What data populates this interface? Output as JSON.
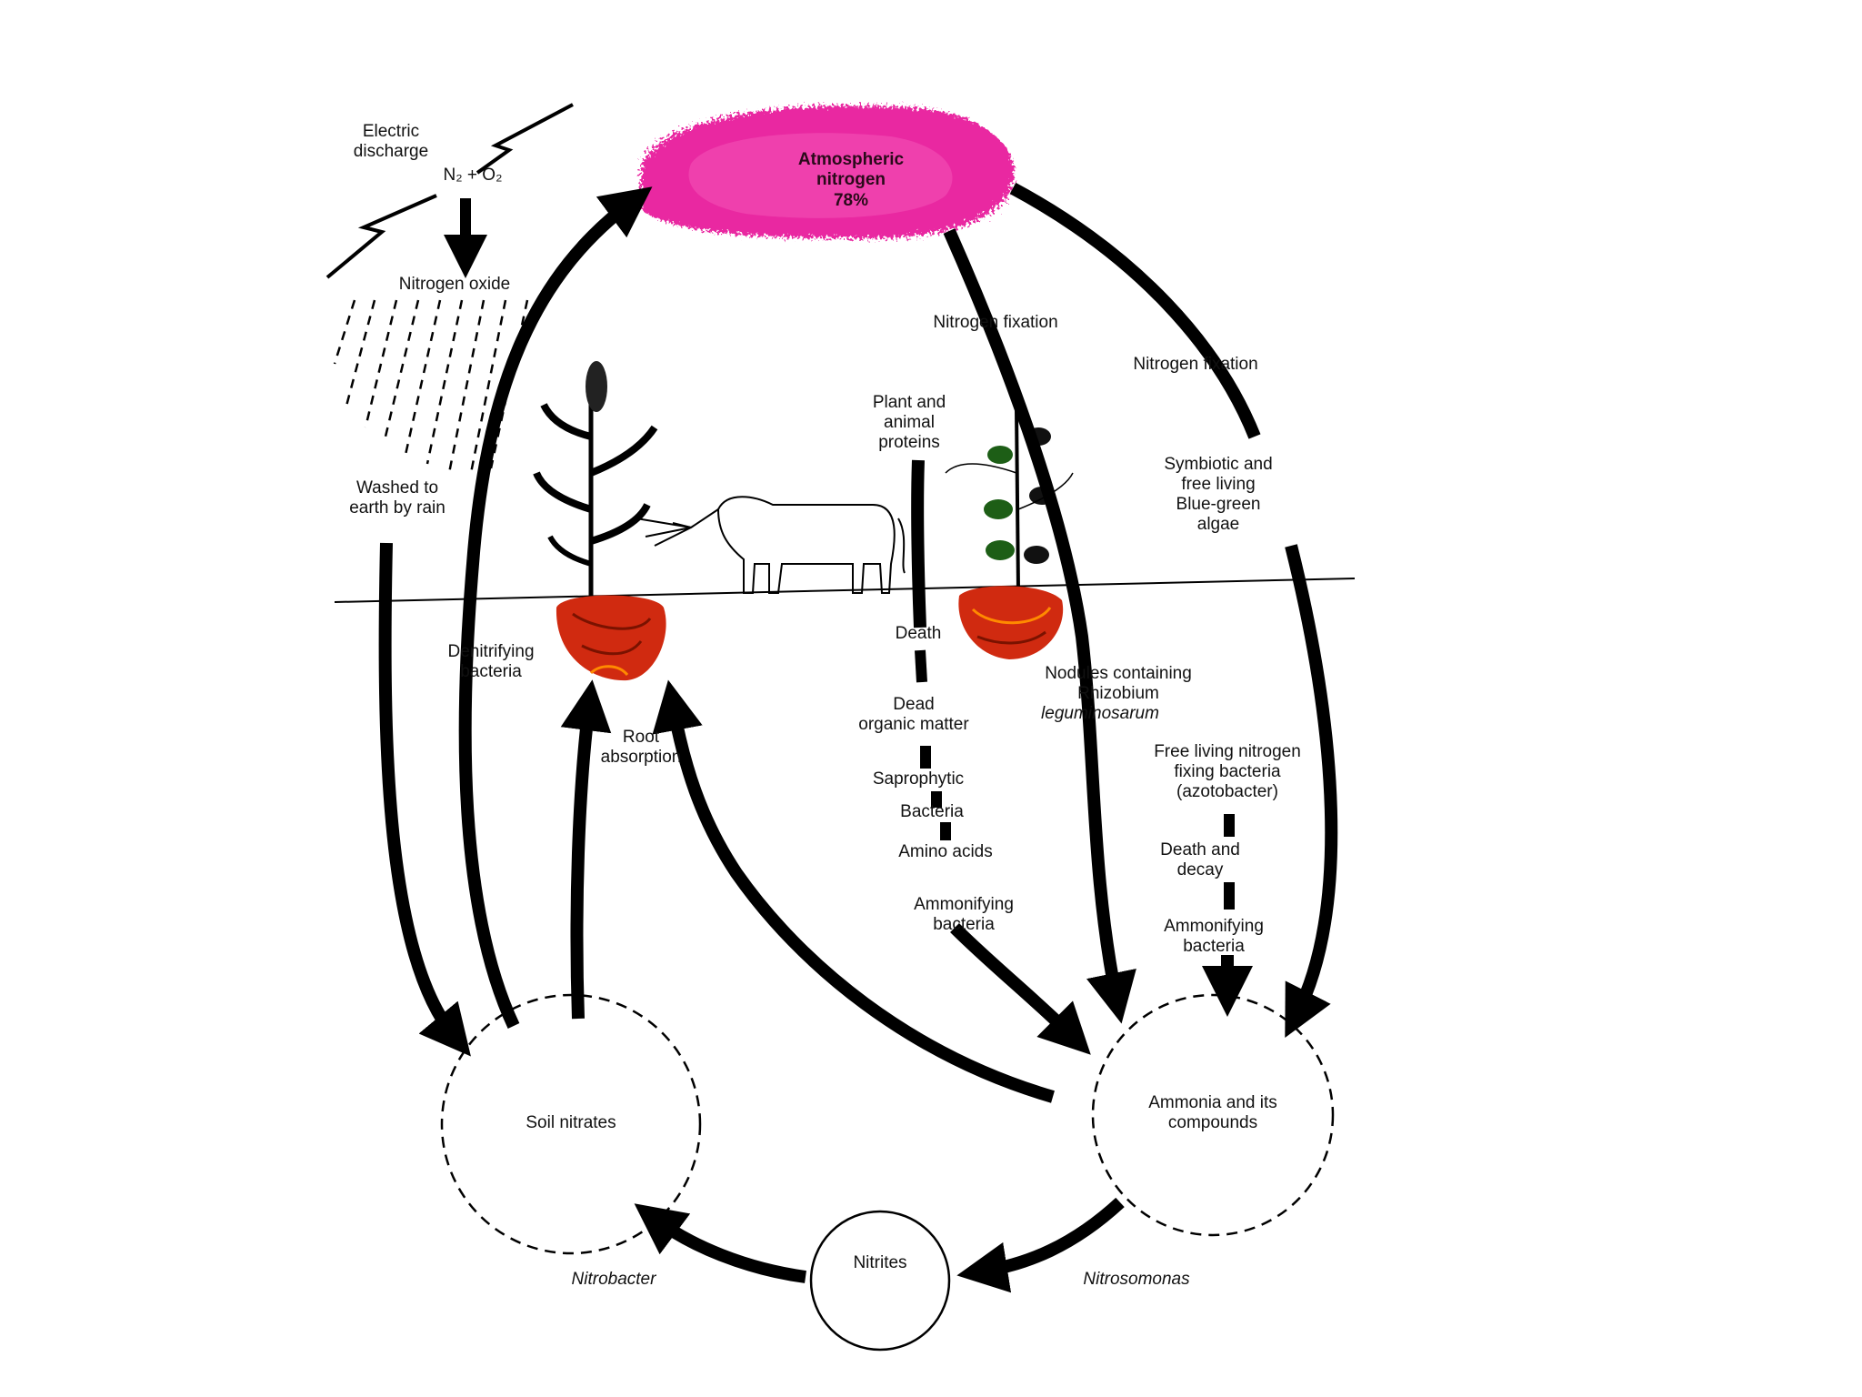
{
  "atmosphere": {
    "line1": "Atmospheric",
    "line2": "nitrogen",
    "line3": "78%",
    "color": "#e8169a"
  },
  "electric": {
    "discharge": "Electric\ndischarge",
    "formula": "N₂ + O₂",
    "oxide": "Nitrogen oxide",
    "rain": "Washed to\nearth by rain"
  },
  "labels": {
    "denitrifying": "Denitrifying\nbacteria",
    "root_absorption": "Root\nabsorption",
    "fixation_center": "Nitrogen fixation",
    "fixation_right": "Nitrogen fixation",
    "plant_animal_proteins": "Plant and\nanimal\nproteins",
    "symbiotic": "Symbiotic and\nfree living\nBlue-green\nalgae",
    "death": "Death",
    "dead_organic": "Dead\norganic matter",
    "saprophytic": "Saprophytic",
    "bacteria": "Bacteria",
    "amino_acids": "Amino acids",
    "ammonifying_1": "Ammonifying\nbacteria",
    "nodules": "Nodules containing\nRhizobium",
    "leguminosarum": "leguminosarum",
    "free_living": "Free living nitrogen\nfixing bacteria\n(azotobacter)",
    "death_decay": "Death and\ndecay",
    "ammonifying_2": "Ammonifying\nbacteria",
    "nitrobacter": "Nitrobacter",
    "nitrosomonas": "Nitrosomonas"
  },
  "nodes": {
    "soil_nitrates": "Soil nitrates",
    "ammonia": "Ammonia and its\ncompounds",
    "nitrites": "Nitrites"
  }
}
